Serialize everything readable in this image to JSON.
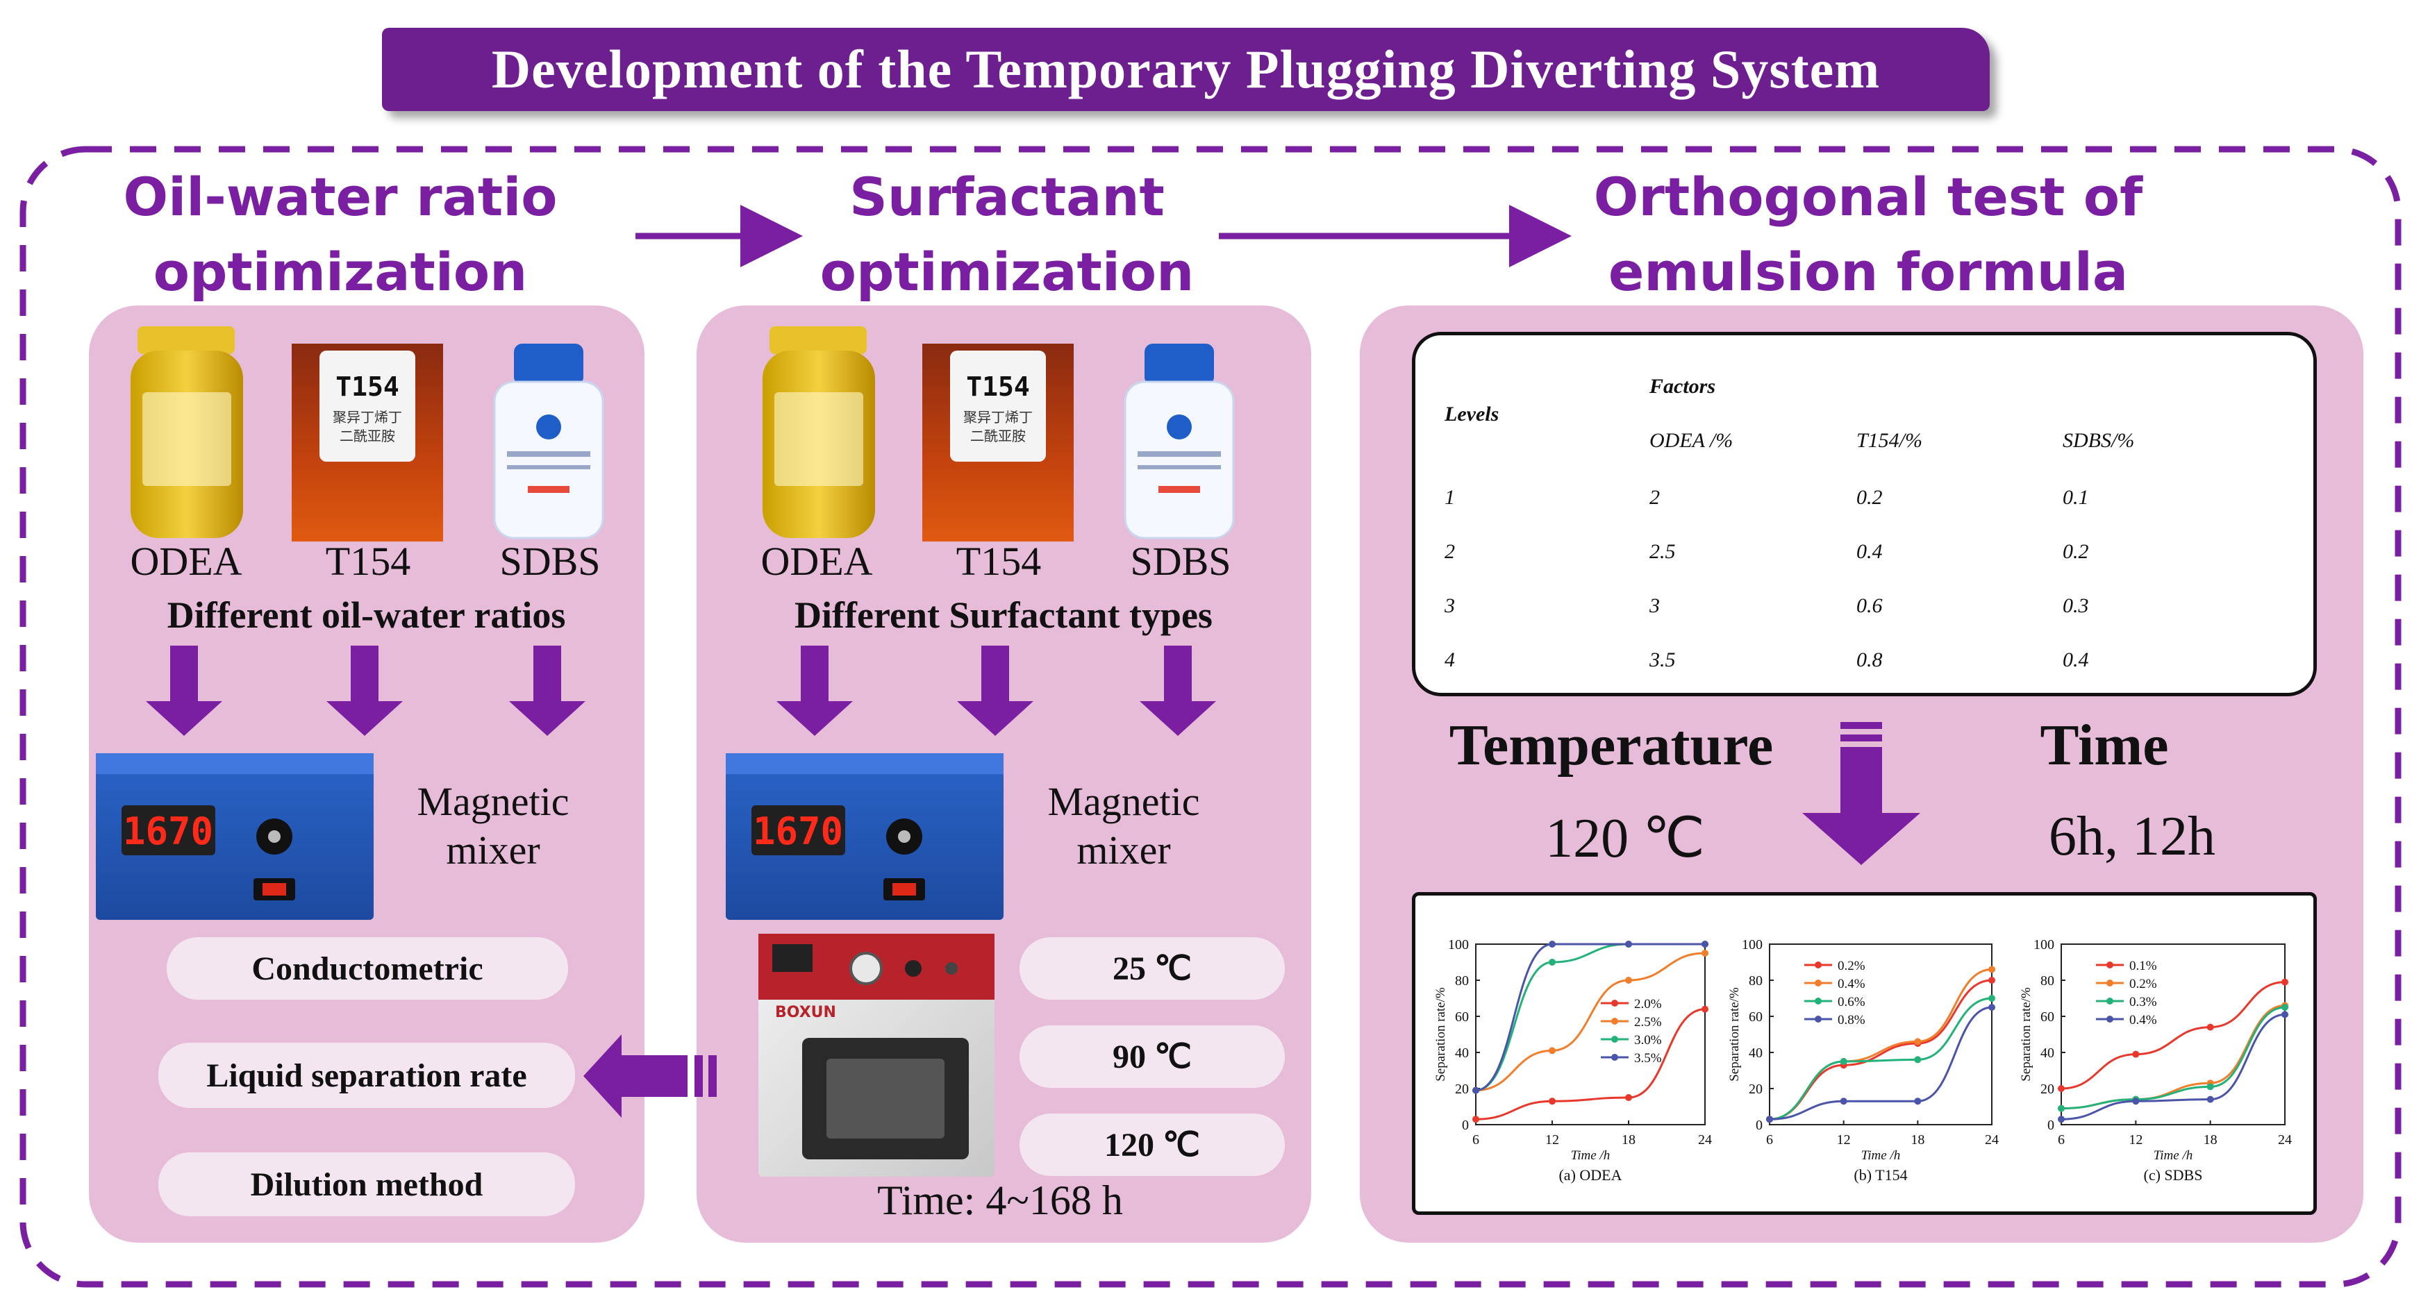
{
  "title": "Development of the Temporary Plugging Diverting System",
  "steps": {
    "step1": [
      "Oil-water ratio",
      "optimization"
    ],
    "step2": [
      "Surfactant",
      "optimization"
    ],
    "step3": [
      "Orthogonal test of",
      "emulsion formula"
    ]
  },
  "panel1": {
    "reagents": [
      "ODEA",
      "T154",
      "SDBS"
    ],
    "heading": "Different oil-water ratios",
    "mixer": [
      "Magnetic",
      "mixer"
    ],
    "methods": [
      "Conductometric",
      "Liquid separation rate",
      "Dilution method"
    ]
  },
  "panel2": {
    "reagents": [
      "ODEA",
      "T154",
      "SDBS"
    ],
    "heading": "Different Surfactant types",
    "mixer": [
      "Magnetic",
      "mixer"
    ],
    "temperatures": [
      "25 ℃",
      "90 ℃",
      "120 ℃"
    ],
    "time": "Time: 4~168 h"
  },
  "photo_text": {
    "bottle_label": "T154",
    "bottle_sub": [
      "聚异丁烯丁",
      "二酰亚胺"
    ],
    "mixer_display": "1670",
    "oven_brand": "BOXUN"
  },
  "table": {
    "levels_header": "Levels",
    "factors_header": "Factors",
    "columns": [
      "ODEA /%",
      "T154/%",
      "SDBS/%"
    ],
    "rows": [
      [
        "1",
        "2",
        "0.2",
        "0.1"
      ],
      [
        "2",
        "2.5",
        "0.4",
        "0.2"
      ],
      [
        "3",
        "3",
        "0.6",
        "0.3"
      ],
      [
        "4",
        "3.5",
        "0.8",
        "0.4"
      ]
    ]
  },
  "conditions": {
    "temperature_label": "Temperature",
    "temperature_value": "120 ℃",
    "time_label": "Time",
    "time_value": "6h, 12h"
  },
  "colors": {
    "purple": "#6e1f8f",
    "panel": "#e6bcd8",
    "pill": "#f4e6f1",
    "series_red": "#e8382c",
    "series_orange": "#f07e2b",
    "series_green": "#22b27a",
    "series_blue": "#4a54a8"
  },
  "chart_data": [
    {
      "type": "line",
      "title": "(a) ODEA",
      "xlabel": "Time /h",
      "ylabel": "Separation rate/%",
      "x": [
        6,
        12,
        18,
        24
      ],
      "xticks": [
        6,
        12,
        18,
        24
      ],
      "yticks": [
        0,
        20,
        40,
        60,
        80,
        100
      ],
      "ylim": [
        0,
        100
      ],
      "legend": "top-right",
      "series": [
        {
          "name": "2.0%",
          "color": "#e8382c",
          "values": [
            3,
            13,
            15,
            64
          ]
        },
        {
          "name": "2.5%",
          "color": "#f07e2b",
          "values": [
            19,
            41,
            80,
            95
          ]
        },
        {
          "name": "3.0%",
          "color": "#22b27a",
          "values": [
            19,
            90,
            100,
            100
          ]
        },
        {
          "name": "3.5%",
          "color": "#4a54a8",
          "values": [
            19,
            100,
            100,
            100
          ]
        }
      ]
    },
    {
      "type": "line",
      "title": "(b) T154",
      "xlabel": "Time /h",
      "ylabel": "Separation rate/%",
      "x": [
        6,
        12,
        18,
        24
      ],
      "xticks": [
        6,
        12,
        18,
        24
      ],
      "yticks": [
        0,
        20,
        40,
        60,
        80,
        100
      ],
      "ylim": [
        0,
        100
      ],
      "legend": "top-left",
      "series": [
        {
          "name": "0.2%",
          "color": "#e8382c",
          "values": [
            3,
            33,
            45,
            80
          ]
        },
        {
          "name": "0.4%",
          "color": "#f07e2b",
          "values": [
            3,
            35,
            46,
            86
          ]
        },
        {
          "name": "0.6%",
          "color": "#22b27a",
          "values": [
            3,
            35,
            36,
            70
          ]
        },
        {
          "name": "0.8%",
          "color": "#4a54a8",
          "values": [
            3,
            13,
            13,
            65
          ]
        }
      ]
    },
    {
      "type": "line",
      "title": "(c) SDBS",
      "xlabel": "Time /h",
      "ylabel": "Separation rate/%",
      "x": [
        6,
        12,
        18,
        24
      ],
      "xticks": [
        6,
        12,
        18,
        24
      ],
      "yticks": [
        0,
        20,
        40,
        60,
        80,
        100
      ],
      "ylim": [
        0,
        100
      ],
      "legend": "top-left",
      "series": [
        {
          "name": "0.1%",
          "color": "#e8382c",
          "values": [
            20,
            39,
            54,
            79
          ]
        },
        {
          "name": "0.2%",
          "color": "#f07e2b",
          "values": [
            9,
            14,
            23,
            66
          ]
        },
        {
          "name": "0.3%",
          "color": "#22b27a",
          "values": [
            9,
            14,
            21,
            65
          ]
        },
        {
          "name": "0.4%",
          "color": "#4a54a8",
          "values": [
            3,
            13,
            14,
            61
          ]
        }
      ]
    }
  ]
}
